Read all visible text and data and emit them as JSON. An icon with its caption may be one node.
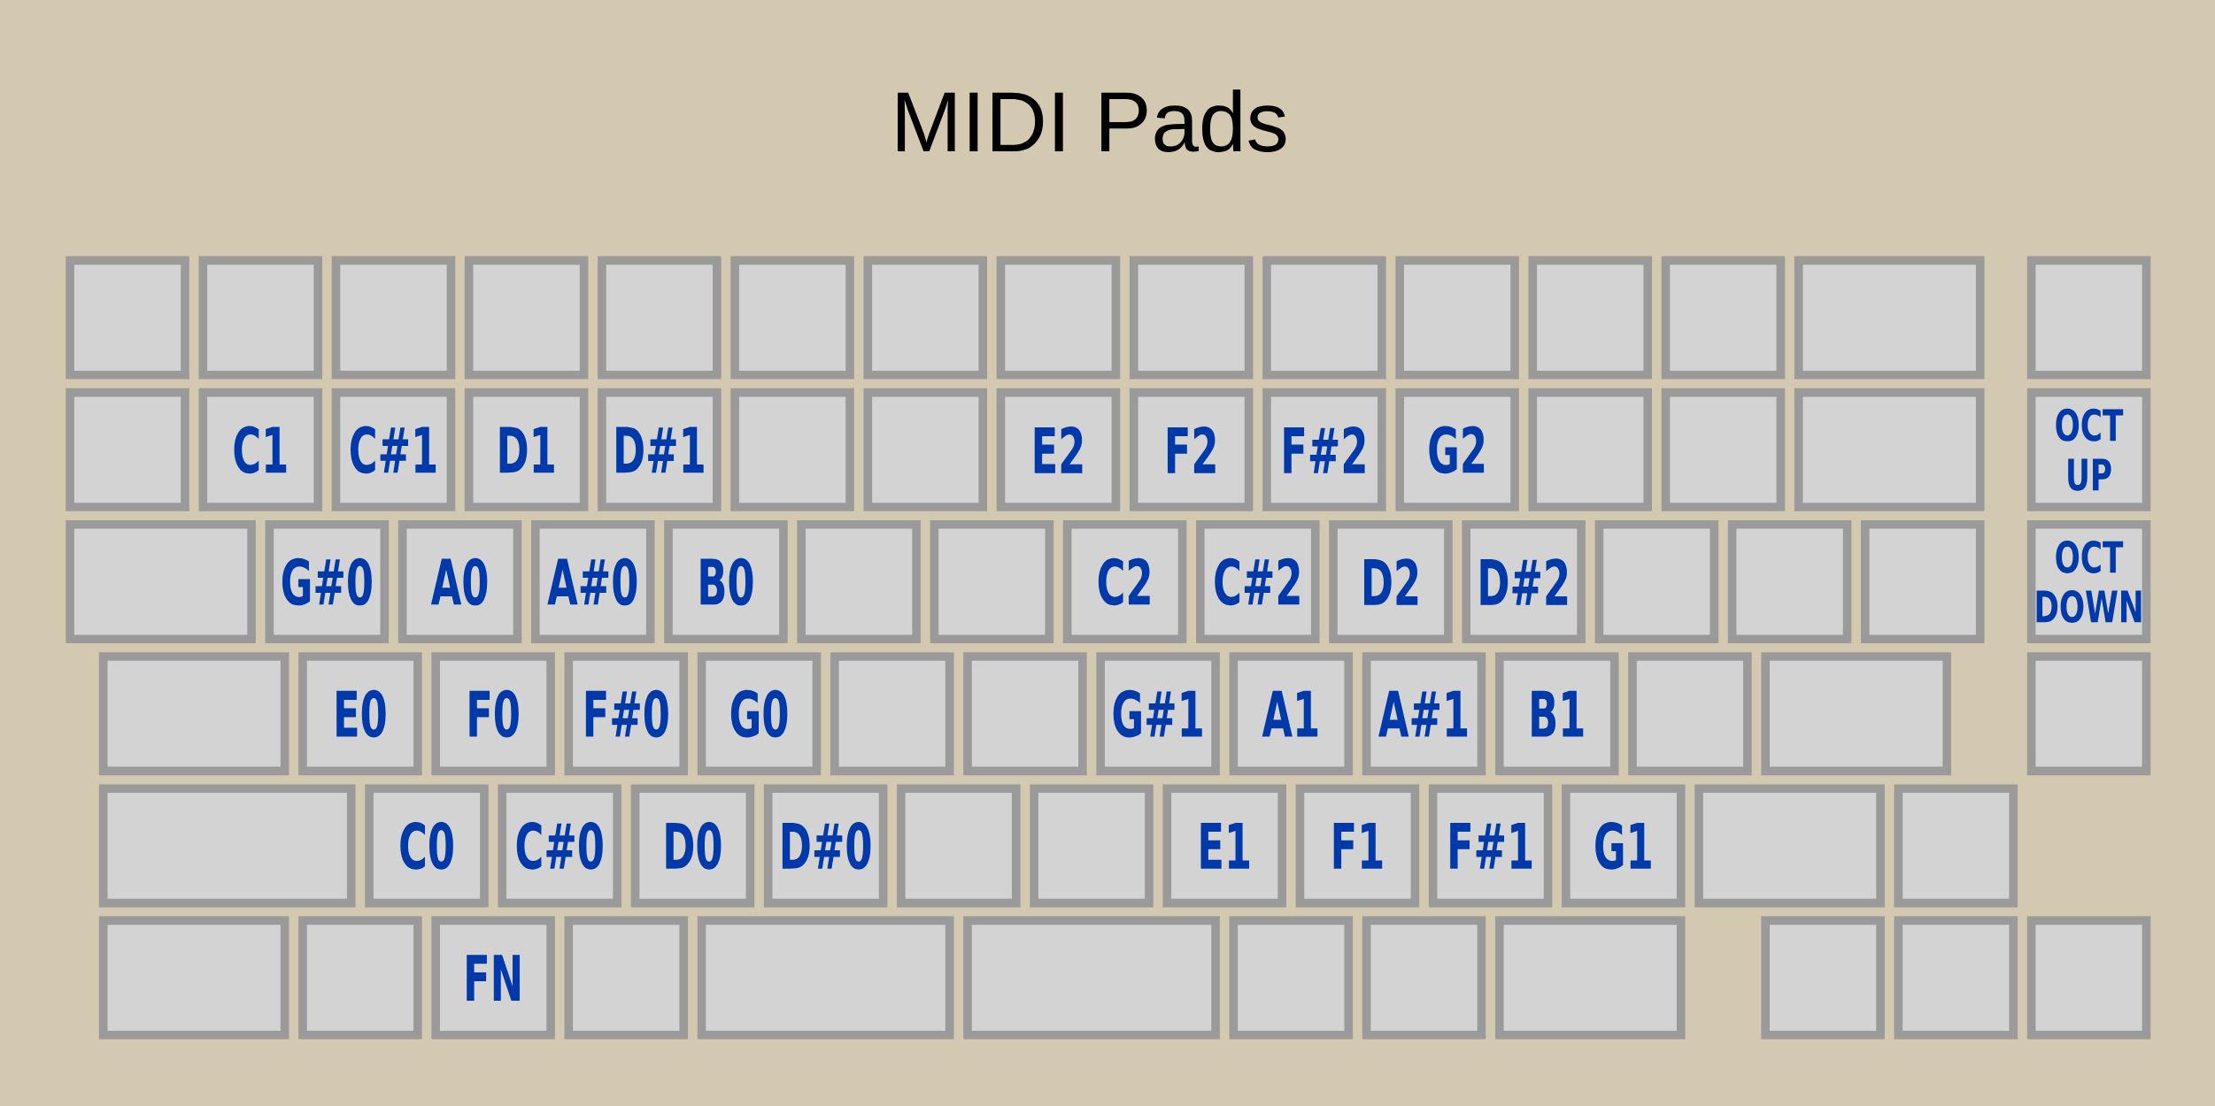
{
  "diagram": {
    "title": "MIDI Pads",
    "nodes": [
      {
        "text": [],
        "shape": "box"
      },
      {
        "text": [],
        "shape": "box"
      },
      {
        "text": [],
        "shape": "box"
      },
      {
        "text": [],
        "shape": "box"
      },
      {
        "text": [],
        "shape": "box"
      },
      {
        "text": [],
        "shape": "box"
      },
      {
        "text": [],
        "shape": "box"
      },
      {
        "text": [],
        "shape": "box"
      },
      {
        "text": [],
        "shape": "box"
      },
      {
        "text": [],
        "shape": "box"
      },
      {
        "text": [],
        "shape": "box"
      },
      {
        "text": [],
        "shape": "box"
      },
      {
        "text": [],
        "shape": "box"
      },
      {
        "text": [],
        "shape": "box"
      },
      {
        "text": [],
        "shape": "box"
      },
      {
        "text": [],
        "shape": "box"
      },
      {
        "text": [
          "C1"
        ]
      },
      {
        "text": [
          "C#1"
        ]
      },
      {
        "text": [
          "D1"
        ]
      },
      {
        "text": [
          "D#1"
        ]
      },
      {
        "text": [],
        "shape": "box"
      },
      {
        "text": [],
        "shape": "box"
      },
      {
        "text": [
          "E2"
        ]
      },
      {
        "text": [
          "F2"
        ]
      },
      {
        "text": [
          "F#2"
        ]
      },
      {
        "text": [
          "G2"
        ]
      },
      {
        "text": [],
        "shape": "box"
      },
      {
        "text": [],
        "shape": "box"
      },
      {
        "text": [],
        "shape": "box"
      },
      {
        "text": [
          "OCT UP"
        ]
      },
      {
        "text": [],
        "shape": "box"
      },
      {
        "text": [
          "G#0"
        ]
      },
      {
        "text": [
          "A0"
        ]
      },
      {
        "text": [
          "A#0"
        ]
      },
      {
        "text": [
          "B0"
        ]
      },
      {
        "text": [],
        "shape": "box"
      },
      {
        "text": [],
        "shape": "box"
      },
      {
        "text": [
          "C2"
        ]
      },
      {
        "text": [
          "C#2"
        ]
      },
      {
        "text": [
          "D2"
        ]
      },
      {
        "text": [
          "D#2"
        ]
      },
      {
        "text": [],
        "shape": "box"
      },
      {
        "text": [],
        "shape": "box"
      },
      {
        "text": [],
        "shape": "box"
      },
      {
        "text": [
          "OCT DOWN"
        ]
      },
      {
        "text": [],
        "shape": "box"
      },
      {
        "text": [
          "E0"
        ]
      },
      {
        "text": [
          "F0"
        ]
      },
      {
        "text": [
          "F#0"
        ]
      },
      {
        "text": [
          "G0"
        ]
      },
      {
        "text": [],
        "shape": "box"
      },
      {
        "text": [],
        "shape": "box"
      },
      {
        "text": [
          "G#1"
        ]
      },
      {
        "text": [
          "A1"
        ]
      },
      {
        "text": [
          "A#1"
        ]
      },
      {
        "text": [
          "B1"
        ]
      },
      {
        "text": [],
        "shape": "box"
      },
      {
        "text": [],
        "shape": "box"
      },
      {
        "text": [],
        "shape": "box"
      },
      {
        "text": [],
        "shape": "box"
      },
      {
        "text": [
          "C0"
        ]
      },
      {
        "text": [
          "C#0"
        ]
      },
      {
        "text": [
          "D0"
        ]
      },
      {
        "text": [
          "D#0"
        ]
      },
      {
        "text": [],
        "shape": "box"
      },
      {
        "text": [],
        "shape": "box"
      },
      {
        "text": [
          "E1"
        ]
      },
      {
        "text": [
          "F1"
        ]
      },
      {
        "text": [
          "F#1"
        ]
      },
      {
        "text": [
          "G1"
        ]
      },
      {
        "text": [],
        "shape": "box"
      },
      {
        "text": [],
        "shape": "box"
      },
      {
        "text": [],
        "shape": "box"
      },
      {
        "text": [],
        "shape": "box"
      },
      {
        "text": [
          "FN"
        ]
      },
      {
        "text": [],
        "shape": "box"
      },
      {
        "text": [],
        "shape": "box"
      },
      {
        "text": [],
        "shape": "box"
      },
      {
        "text": [],
        "shape": "box"
      },
      {
        "text": [],
        "shape": "box"
      },
      {
        "text": [],
        "shape": "box"
      },
      {
        "text": [],
        "shape": "box"
      },
      {
        "text": [],
        "shape": "box"
      },
      {
        "text": [],
        "shape": "box"
      }
    ]
  }
}
